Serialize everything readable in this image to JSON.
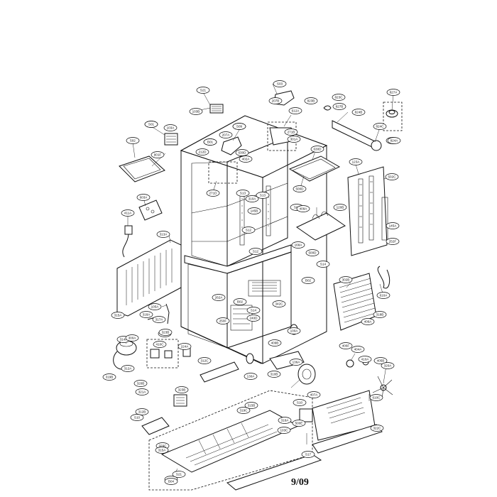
{
  "page": {
    "number": "9/09"
  },
  "callouts": [
    "S21",
    "S03",
    "207B",
    "823B",
    "823C",
    "827A",
    "103B",
    "S01",
    "S03",
    "B01",
    "612A",
    "S09",
    "827B",
    "824B",
    "824C",
    "828A",
    "301A",
    "S01",
    "103A",
    "207A",
    "B01",
    "271B",
    "824A",
    "502",
    "901F",
    "212D",
    "402A",
    "630D",
    "630D",
    "271D",
    "123A",
    "502C",
    "S13",
    "310A",
    "500D",
    "S03",
    "603A",
    "145B",
    "S13",
    "S12",
    "120B",
    "411A",
    "S12",
    "409A",
    "145A",
    "313A",
    "168A",
    "252F",
    "500D",
    "S14",
    "B02",
    "262A",
    "B02",
    "302B",
    "342C",
    "S14",
    "610A",
    "315A",
    "105A",
    "318A",
    "250F",
    "240D",
    "317A",
    "300B",
    "318B",
    "406A",
    "100A",
    "314A",
    "300A",
    "323B",
    "224A",
    "409B",
    "406F",
    "404A",
    "312C",
    "410C",
    "130A",
    "136A",
    "410A",
    "405B",
    "320A",
    "312A",
    "319B",
    "320B",
    "321A",
    "323B",
    "310B",
    "407A",
    "610C",
    "312B",
    "S10",
    "S10",
    "315B",
    "319C",
    "316A",
    "S17",
    "500E",
    "103C",
    "329C",
    "315A",
    "S21",
    "S21",
    "322C",
    "B04"
  ]
}
